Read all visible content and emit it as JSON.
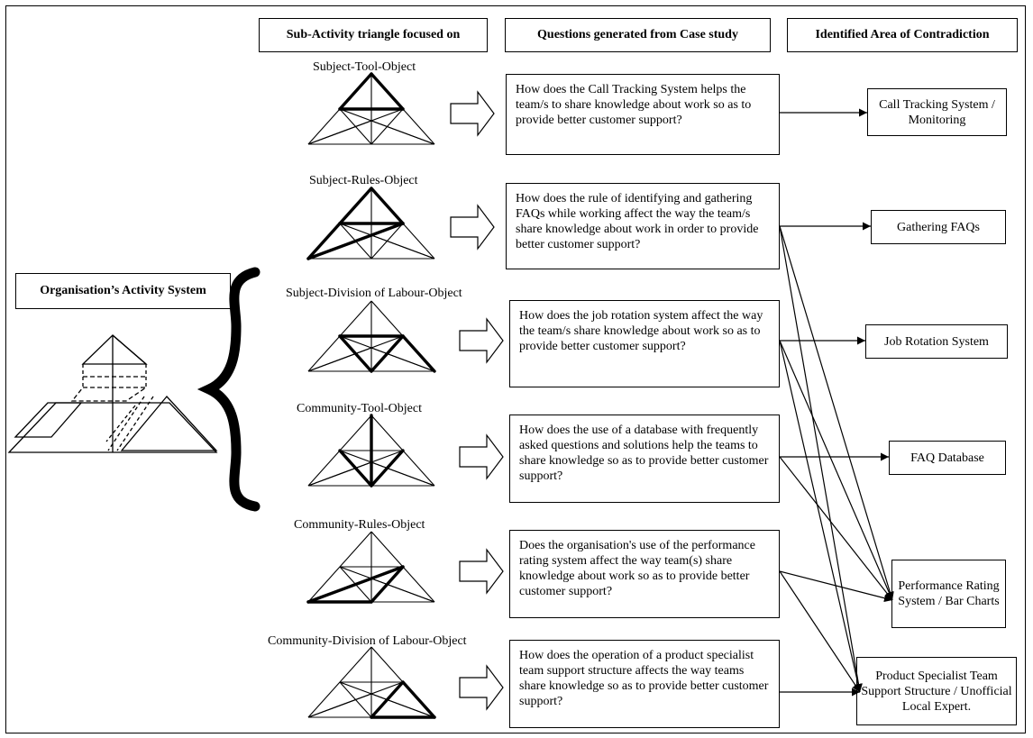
{
  "headers": {
    "sub_activity": "Sub-Activity triangle focused on",
    "questions": "Questions generated from Case study",
    "contradiction": "Identified Area of Contradiction"
  },
  "activity_system": {
    "label": "Organisation’s Activity System"
  },
  "rows": [
    {
      "triangle_label": "Subject-Tool-Object",
      "question": "How does the Call Tracking System helps the team/s to share knowledge about work so as to provide better customer support?"
    },
    {
      "triangle_label": "Subject-Rules-Object",
      "question": "How does the rule of identifying and gathering FAQs while working affect the way the team/s share knowledge about work in order to provide better customer support?"
    },
    {
      "triangle_label": "Subject-Division of Labour-Object",
      "question": "How does the job rotation system affect the way the team/s share knowledge about work so as to provide better customer support?"
    },
    {
      "triangle_label": "Community-Tool-Object",
      "question": "How does the use of a database with frequently asked questions and solutions help the teams to share knowledge so as to provide better customer support?"
    },
    {
      "triangle_label": "Community-Rules-Object",
      "question": "Does the organisation's use of the performance rating system affect the way team(s) share knowledge about work so as to provide better customer support?"
    },
    {
      "triangle_label": "Community-Division of Labour-Object",
      "question": "How does the operation of a product specialist team support structure affects the way teams share knowledge so as to provide better customer support?"
    }
  ],
  "areas": [
    {
      "label": "Call Tracking System / Monitoring"
    },
    {
      "label": "Gathering FAQs"
    },
    {
      "label": "Job Rotation System"
    },
    {
      "label": "FAQ Database"
    },
    {
      "label": "Performance Rating System / Bar Charts"
    },
    {
      "label": "Product Specialist Team Support Structure / Unofficial Local Expert."
    }
  ]
}
